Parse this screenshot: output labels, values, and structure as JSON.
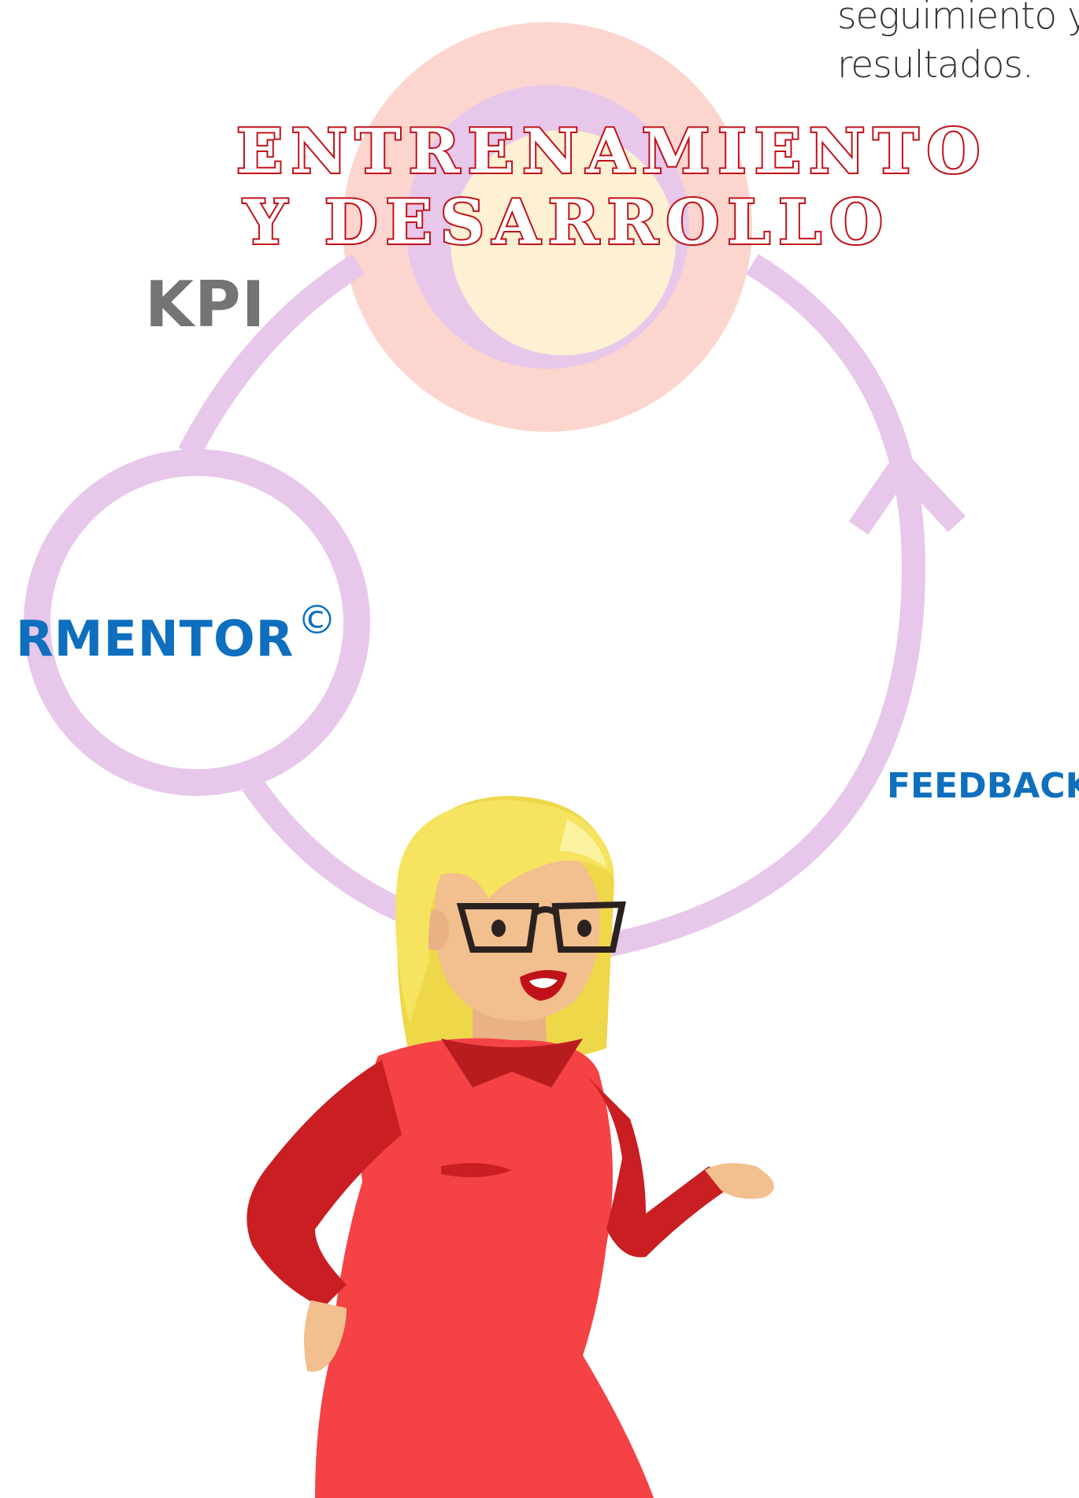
{
  "corner_text": {
    "line1": "seguimiento y e",
    "line2": "resultados."
  },
  "diagram": {
    "title_line1": "ENTRENAMIENTO",
    "title_line2": "Y DESARROLLO",
    "kpi_label": "KPI",
    "mentor_label": "RMENTOR",
    "copyright_symbol": "©",
    "feedback_label": "FEEDBACK"
  },
  "colors": {
    "ring": "#e7c7ea",
    "outer_glow": "#fdd5cf",
    "inner_core": "#fef0d2",
    "title_red": "#c0111a",
    "brand_blue": "#0e6fbe",
    "kpi_gray": "#747474",
    "dress_red": "#f44245",
    "sleeve_red": "#c91e22",
    "hair_yellow": "#f6e35f",
    "skin": "#f2bf8f"
  }
}
